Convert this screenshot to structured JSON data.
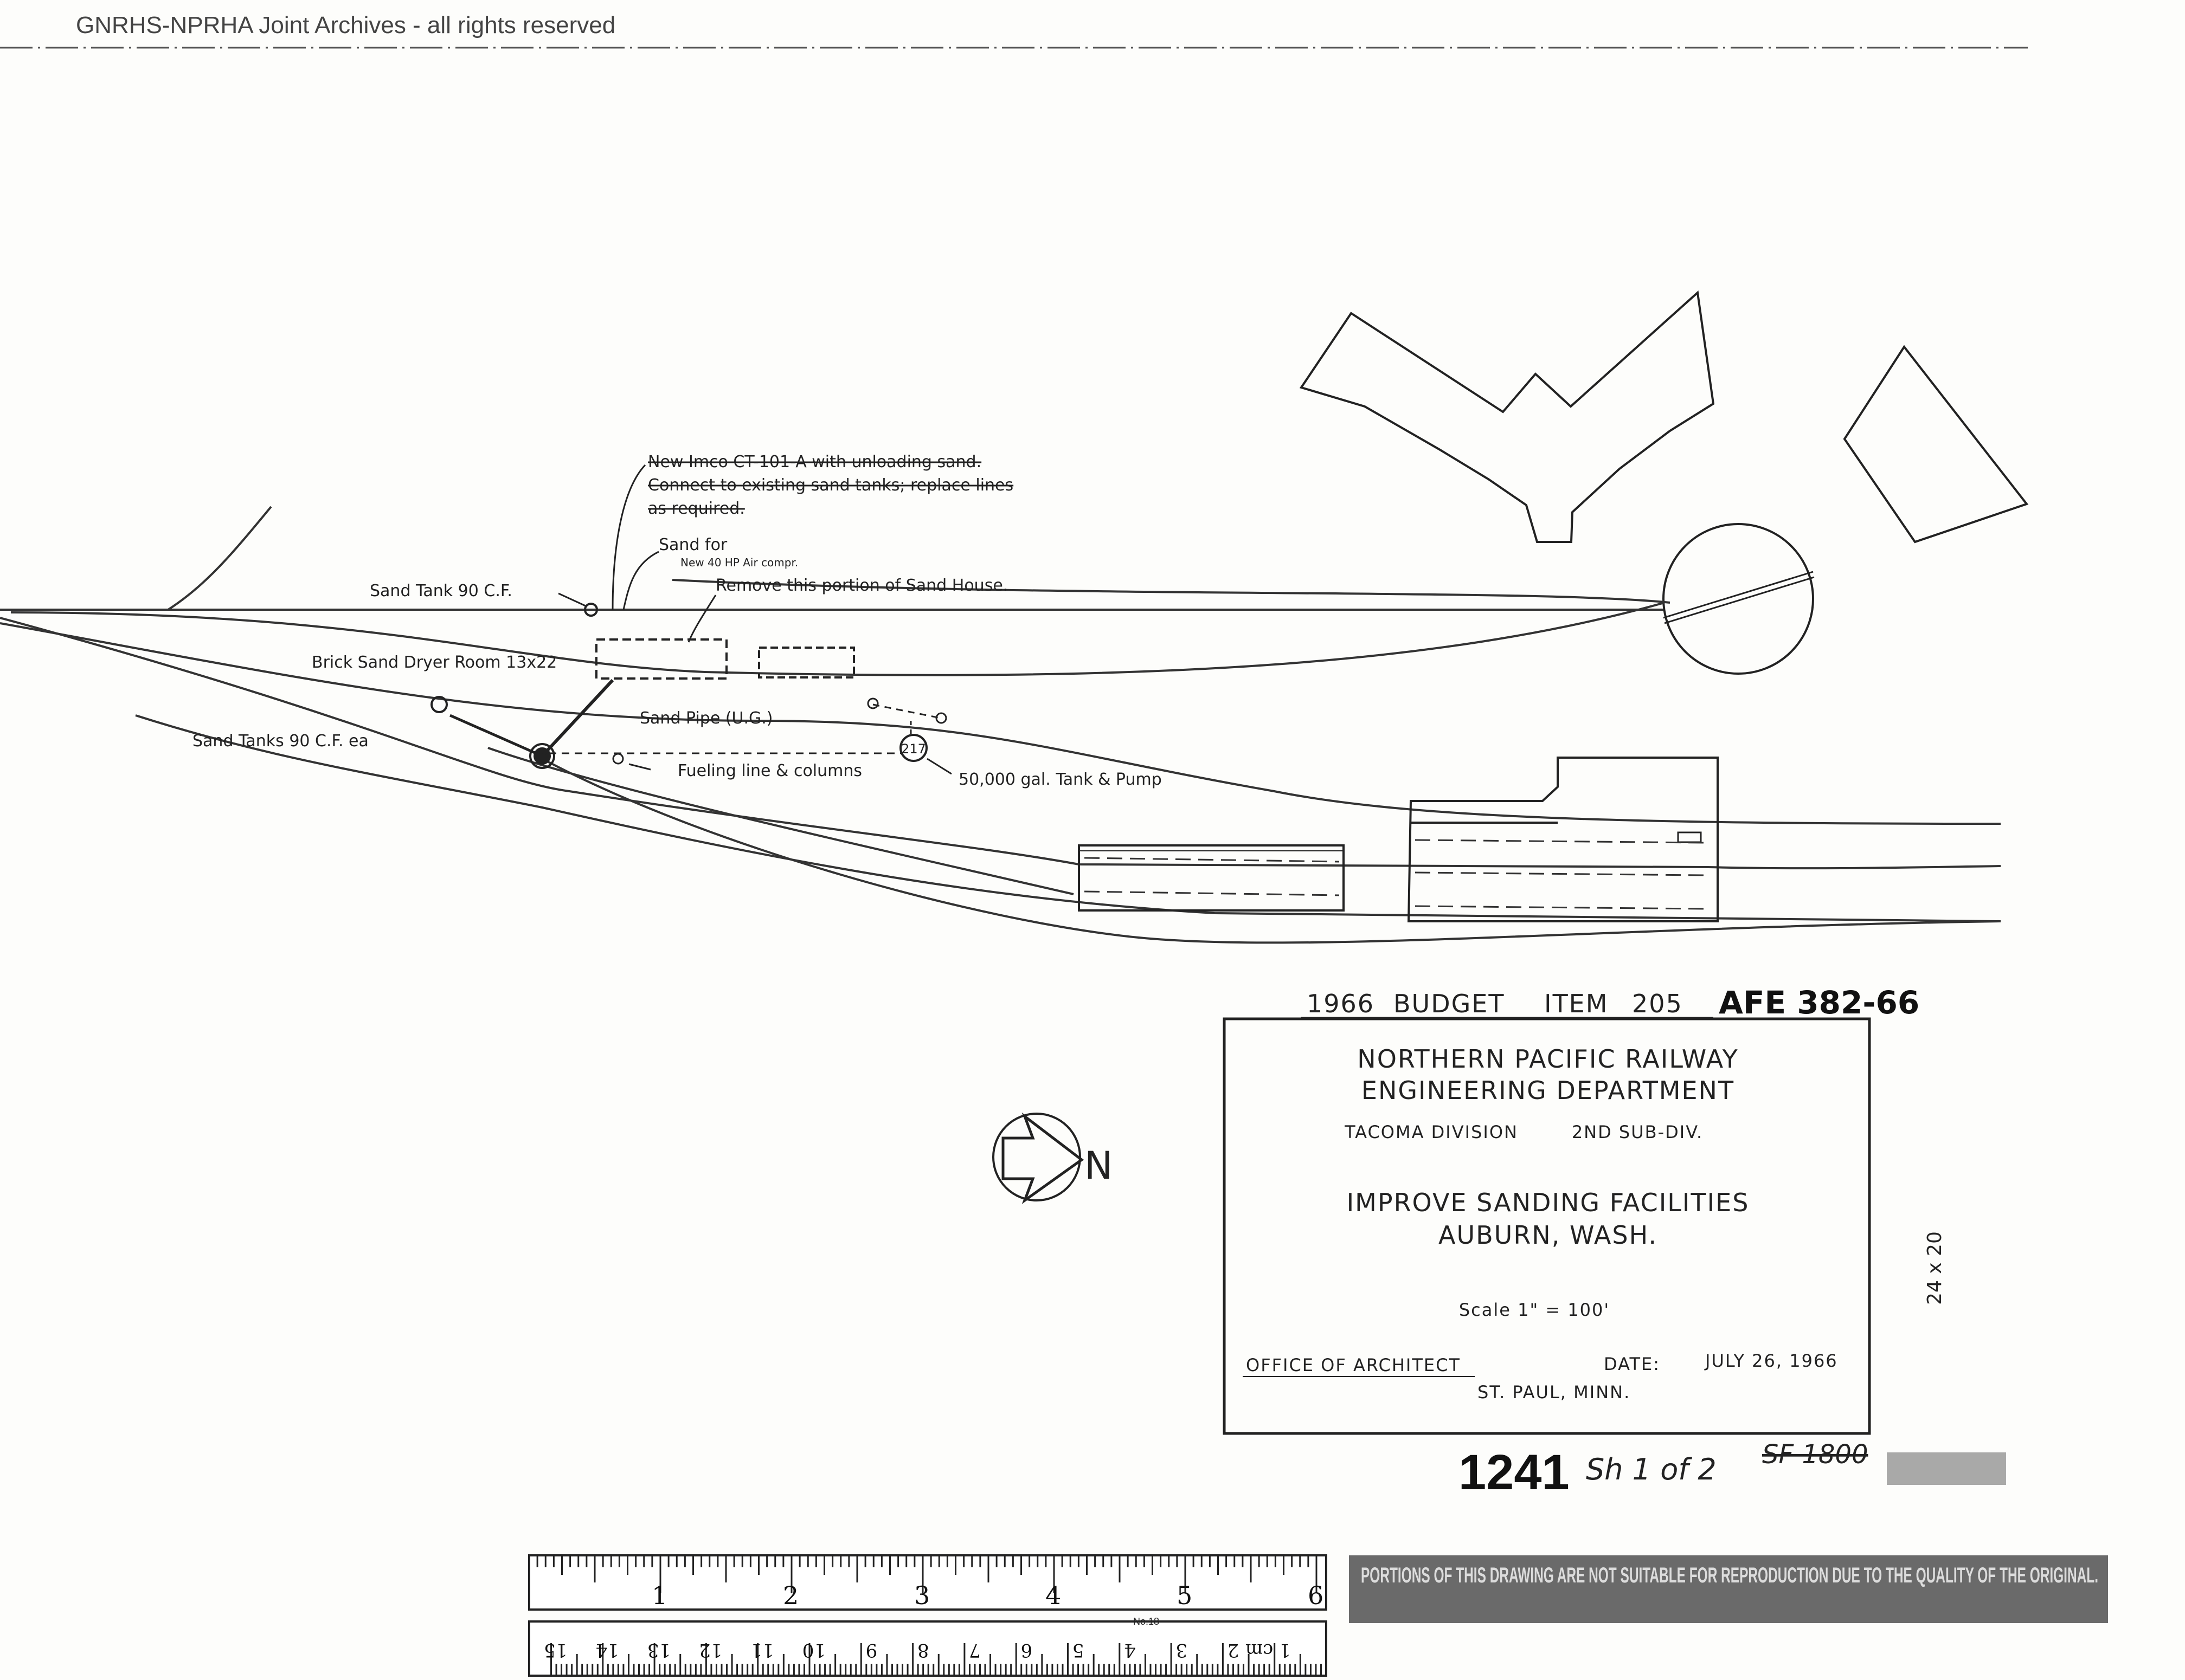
{
  "archive_notice": "GNRHS-NPRHA Joint Archives - all rights reserved",
  "annotations": {
    "imco_line1": "New Imco CT-101-A with unloading sand.",
    "imco_line2": "Connect to existing sand tanks; replace lines",
    "imco_line3": "as required.",
    "sand_for": "Sand for",
    "sand_for_sub": "New 40 HP Air compr.",
    "remove_sand_house": "Remove this portion of Sand House.",
    "sand_tank_top": "Sand Tank 90 C.F.",
    "brick_sand_dryer": "Brick Sand Dryer Room 13x22",
    "sand_tanks_left": "Sand Tanks 90 C.F. ea",
    "sand_pipe": "Sand Pipe (U.G.)",
    "fueling_line": "Fueling line & columns",
    "tank_pump": "50,000 gal. Tank & Pump",
    "tank_symbol": "217"
  },
  "north_arrow": {
    "label": "N"
  },
  "title_block": {
    "budget_year": "1966",
    "budget_word": "BUDGET",
    "item_word": "ITEM",
    "item_number": "205",
    "afe": "AFE 382-66",
    "railway": "NORTHERN PACIFIC RAILWAY",
    "department": "ENGINEERING DEPARTMENT",
    "division": "TACOMA DIVISION",
    "subdivision": "2ND SUB-DIV.",
    "project_title": "IMPROVE SANDING FACILITIES",
    "location": "AUBURN, WASH.",
    "scale": "Scale 1\" = 100'",
    "office": "OFFICE OF ARCHITECT",
    "date_label": "DATE:",
    "date_value": "JULY 26, 1966",
    "city": "ST. PAUL, MINN."
  },
  "margin_note": "24 x 20",
  "drawing_number": "1241",
  "sheet": "Sh 1 of 2",
  "struck_number": "SF 1800",
  "ruler": {
    "inch_labels": [
      "1",
      "2",
      "3",
      "4",
      "5",
      "6"
    ],
    "cm_labels": [
      "1 cm",
      "2",
      "3",
      "4",
      "5",
      "6",
      "7",
      "8",
      "9",
      "10",
      "11",
      "12",
      "13",
      "14",
      "15"
    ],
    "model": "No.18"
  },
  "disclaimer": "PORTIONS OF THIS DRAWING ARE NOT SUITABLE FOR REPRODUCTION DUE TO THE QUALITY OF THE ORIGINAL."
}
